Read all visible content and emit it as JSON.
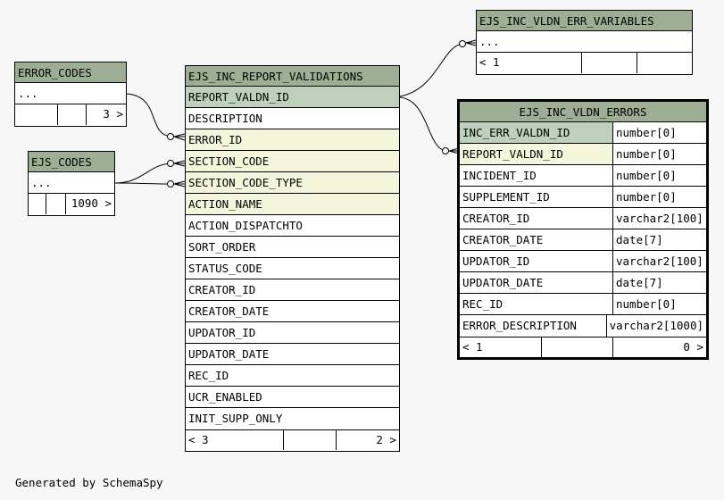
{
  "tables": {
    "error_codes": {
      "name": "ERROR_CODES",
      "columns_placeholder": "...",
      "footer_right": "3 >"
    },
    "ejs_codes": {
      "name": "EJS_CODES",
      "columns_placeholder": "...",
      "footer_right": "1090 >"
    },
    "report_validations": {
      "name": "EJS_INC_REPORT_VALIDATIONS",
      "columns": [
        {
          "name": "REPORT_VALDN_ID",
          "kind": "pk"
        },
        {
          "name": "DESCRIPTION",
          "kind": "normal"
        },
        {
          "name": "ERROR_ID",
          "kind": "fk"
        },
        {
          "name": "SECTION_CODE",
          "kind": "fk"
        },
        {
          "name": "SECTION_CODE_TYPE",
          "kind": "fk"
        },
        {
          "name": "ACTION_NAME",
          "kind": "fk"
        },
        {
          "name": "ACTION_DISPATCHTO",
          "kind": "normal"
        },
        {
          "name": "SORT_ORDER",
          "kind": "normal"
        },
        {
          "name": "STATUS_CODE",
          "kind": "normal"
        },
        {
          "name": "CREATOR_ID",
          "kind": "normal"
        },
        {
          "name": "CREATOR_DATE",
          "kind": "normal"
        },
        {
          "name": "UPDATOR_ID",
          "kind": "normal"
        },
        {
          "name": "UPDATOR_DATE",
          "kind": "normal"
        },
        {
          "name": "REC_ID",
          "kind": "normal"
        },
        {
          "name": "UCR_ENABLED",
          "kind": "normal"
        },
        {
          "name": "INIT_SUPP_ONLY",
          "kind": "normal"
        }
      ],
      "footer_left": "< 3",
      "footer_right": "2 >"
    },
    "err_variables": {
      "name": "EJS_INC_VLDN_ERR_VARIABLES",
      "columns_placeholder": "...",
      "footer_left": "< 1"
    },
    "vldn_errors": {
      "name": "EJS_INC_VLDN_ERRORS",
      "columns": [
        {
          "name": "INC_ERR_VALDN_ID",
          "type": "number[0]",
          "kind": "pk"
        },
        {
          "name": "REPORT_VALDN_ID",
          "type": "number[0]",
          "kind": "fk"
        },
        {
          "name": "INCIDENT_ID",
          "type": "number[0]",
          "kind": "normal"
        },
        {
          "name": "SUPPLEMENT_ID",
          "type": "number[0]",
          "kind": "normal"
        },
        {
          "name": "CREATOR_ID",
          "type": "varchar2[100]",
          "kind": "normal"
        },
        {
          "name": "CREATOR_DATE",
          "type": "date[7]",
          "kind": "normal"
        },
        {
          "name": "UPDATOR_ID",
          "type": "varchar2[100]",
          "kind": "normal"
        },
        {
          "name": "UPDATOR_DATE",
          "type": "date[7]",
          "kind": "normal"
        },
        {
          "name": "REC_ID",
          "type": "number[0]",
          "kind": "normal"
        },
        {
          "name": "ERROR_DESCRIPTION",
          "type": "varchar2[1000]",
          "kind": "normal"
        }
      ],
      "footer_left": "< 1",
      "footer_right": "0 >"
    }
  },
  "generated_by": "Generated by SchemaSpy",
  "colors": {
    "header": "#9dae95",
    "primary_key": "#bfd0bd",
    "foreign_key": "#f4f6dc",
    "background": "#f7f7f7"
  }
}
